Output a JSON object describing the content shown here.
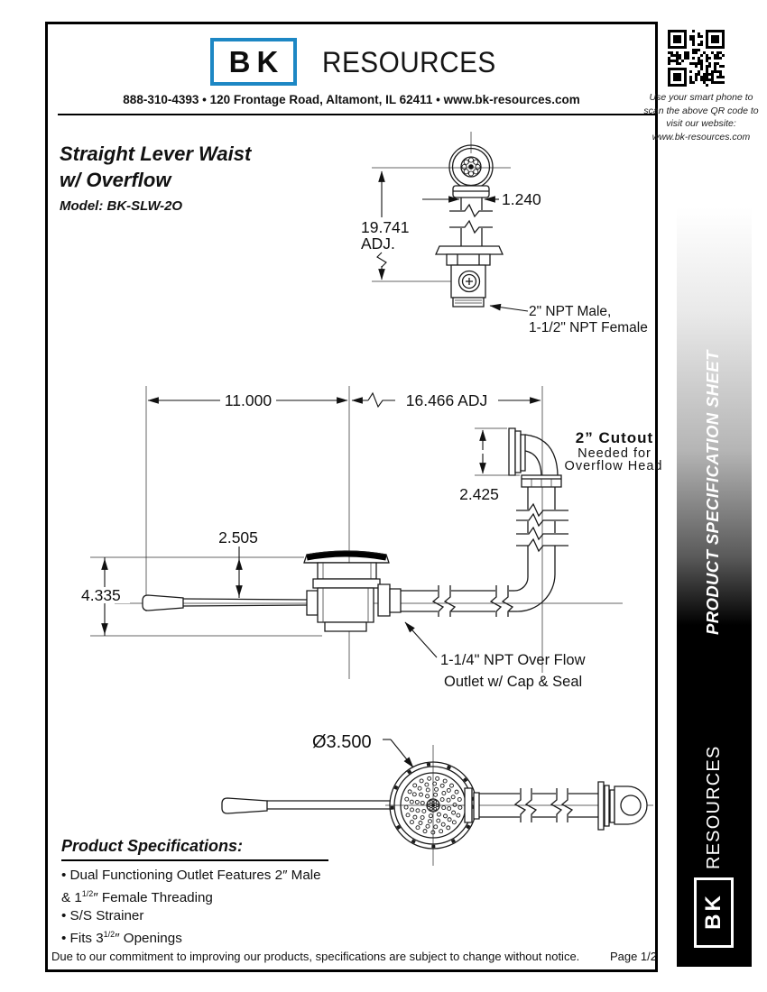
{
  "header": {
    "logo_bk": "BK",
    "logo_resources": "RESOURCES",
    "contact": "888-310-4393  •  120 Frontage Road, Altamont, IL 62411  •  www.bk-resources.com",
    "brand_blue": "#1d87c4"
  },
  "qr": {
    "caption_line1": "Use your smart phone to",
    "caption_line2": "scan the above QR code to",
    "caption_line3": "visit our website:",
    "caption_line4": "www.bk-resources.com"
  },
  "title": {
    "line1": "Straight  Lever Waist",
    "line2": "w/ Overflow",
    "model": "Model: BK-SLW-2O"
  },
  "sidebar": {
    "label": "PRODUCT SPECIFICATION SHEET",
    "brand_resources": "RESOURCES",
    "brand_bk": "BK"
  },
  "drawing": {
    "dim_top_width": "1.240",
    "dim_top_height_line1": "19.741",
    "dim_top_height_line2": "ADJ.",
    "note_top_line1": "2\" NPT Male,",
    "note_top_line2": "1-1/2\" NPT Female",
    "dim_mid_left": "11.000",
    "dim_mid_right": "16.466 ADJ",
    "dim_cutout": "2.425",
    "note_cutout_line1": "2” Cutout",
    "note_cutout_line2": "Needed for",
    "note_cutout_line3": "Overflow Head",
    "dim_lever_drop": "2.505",
    "dim_body_height": "4.335",
    "note_outlet_line1": "1-1/4\" NPT Over Flow",
    "note_outlet_line2": "Outlet w/ Cap & Seal",
    "dim_strainer_dia": "Ø3.500"
  },
  "specs": {
    "heading": "Product Specifications:",
    "item1_line1": "• Dual Functioning Outlet Features 2″ Male",
    "item1_line2_pre": "& 1",
    "item1_line2_sup": "1/2",
    "item1_line2_post": "″ Female Threading",
    "item2": "• S/S Strainer",
    "item3_pre": "• Fits 3",
    "item3_sup": "1/2",
    "item3_post": "″ Openings"
  },
  "footer": {
    "disclaimer": "Due to our commitment to improving our products, specifications are subject to change without notice.",
    "page": "Page 1/2"
  }
}
